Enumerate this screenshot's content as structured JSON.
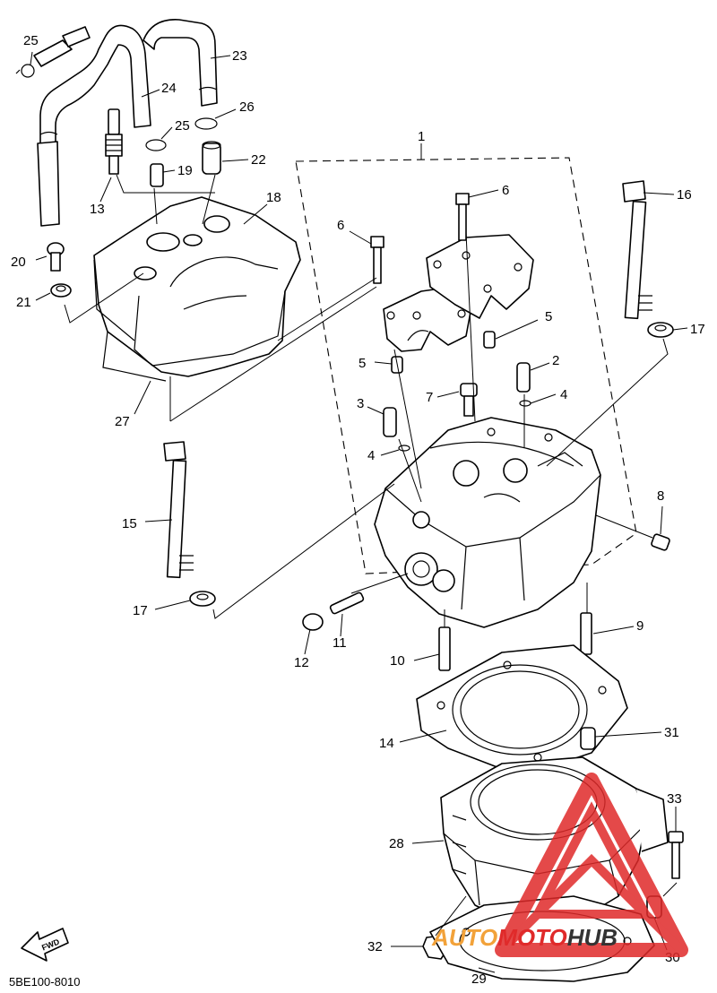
{
  "diagram": {
    "code": "5BE100-8010",
    "fwd_label": "FWD",
    "callouts": [
      {
        "id": "c25a",
        "text": "25"
      },
      {
        "id": "c23",
        "text": "23"
      },
      {
        "id": "c24",
        "text": "24"
      },
      {
        "id": "c25b",
        "text": "25"
      },
      {
        "id": "c26",
        "text": "26"
      },
      {
        "id": "c19",
        "text": "19"
      },
      {
        "id": "c22",
        "text": "22"
      },
      {
        "id": "c13",
        "text": "13"
      },
      {
        "id": "c18",
        "text": "18"
      },
      {
        "id": "c20",
        "text": "20"
      },
      {
        "id": "c21",
        "text": "21"
      },
      {
        "id": "c27",
        "text": "27"
      },
      {
        "id": "c1",
        "text": "1"
      },
      {
        "id": "c6a",
        "text": "6"
      },
      {
        "id": "c6b",
        "text": "6"
      },
      {
        "id": "c16",
        "text": "16"
      },
      {
        "id": "c5a",
        "text": "5"
      },
      {
        "id": "c17a",
        "text": "17"
      },
      {
        "id": "c5b",
        "text": "5"
      },
      {
        "id": "c2",
        "text": "2"
      },
      {
        "id": "c3",
        "text": "3"
      },
      {
        "id": "c7",
        "text": "7"
      },
      {
        "id": "c4a",
        "text": "4"
      },
      {
        "id": "c4b",
        "text": "4"
      },
      {
        "id": "c15",
        "text": "15"
      },
      {
        "id": "c8",
        "text": "8"
      },
      {
        "id": "c17b",
        "text": "17"
      },
      {
        "id": "c12",
        "text": "12"
      },
      {
        "id": "c11",
        "text": "11"
      },
      {
        "id": "c9",
        "text": "9"
      },
      {
        "id": "c10",
        "text": "10"
      },
      {
        "id": "c14",
        "text": "14"
      },
      {
        "id": "c31",
        "text": "31"
      },
      {
        "id": "c33",
        "text": "33"
      },
      {
        "id": "c28",
        "text": "28"
      },
      {
        "id": "c32",
        "text": "32"
      },
      {
        "id": "c30",
        "text": "30"
      },
      {
        "id": "c29",
        "text": "29"
      }
    ]
  },
  "watermark": {
    "part1": "AUTO",
    "part2": "MOTO",
    "part3": "HUB",
    "colors": {
      "red": "#e02a2a",
      "orange": "#f2a23a",
      "dark": "#333333"
    }
  }
}
